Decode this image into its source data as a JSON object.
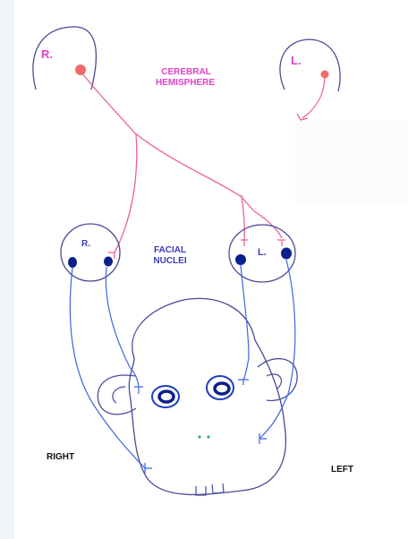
{
  "colors": {
    "pink": "#f06292",
    "magenta": "#e040c8",
    "blue": "#3b66e0",
    "navy": "#0d1f8c",
    "outline": "#4a4a9a",
    "green": "#3aaa6a",
    "black": "#111111"
  },
  "labels": {
    "right_hemisphere": "R.",
    "left_hemisphere": "L.",
    "cerebral": "CEREBRAL",
    "hemisphere": "HEMISPHERE",
    "right_nucleus": "R.",
    "left_nucleus": "L.",
    "facial": "FACIAL",
    "nuclei": "NUCLEI",
    "right_side": "RIGHT",
    "left_side": "LEFT"
  }
}
